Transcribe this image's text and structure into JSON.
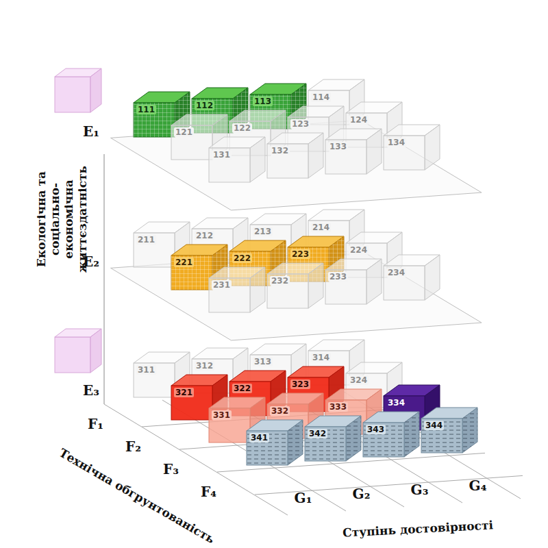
{
  "diagram": {
    "nodes": [
      {
        "text": [
          "111"
        ]
      },
      {
        "text": [
          "112"
        ]
      },
      {
        "text": [
          "113"
        ]
      },
      {
        "text": [
          "114"
        ]
      },
      {
        "text": [
          "121"
        ]
      },
      {
        "text": [
          "122"
        ]
      },
      {
        "text": [
          "123"
        ]
      },
      {
        "text": [
          "124"
        ]
      },
      {
        "text": [
          "131"
        ]
      },
      {
        "text": [
          "132"
        ]
      },
      {
        "text": [
          "133"
        ]
      },
      {
        "text": [
          "134"
        ]
      },
      {
        "text": [
          "211"
        ]
      },
      {
        "text": [
          "212"
        ]
      },
      {
        "text": [
          "213"
        ]
      },
      {
        "text": [
          "214"
        ]
      },
      {
        "text": [
          "221"
        ]
      },
      {
        "text": [
          "222"
        ]
      },
      {
        "text": [
          "223"
        ]
      },
      {
        "text": [
          "224"
        ]
      },
      {
        "text": [
          "231"
        ]
      },
      {
        "text": [
          "232"
        ]
      },
      {
        "text": [
          "233"
        ]
      },
      {
        "text": [
          "234"
        ]
      },
      {
        "text": [
          "311"
        ]
      },
      {
        "text": [
          "312"
        ]
      },
      {
        "text": [
          "313"
        ]
      },
      {
        "text": [
          "314"
        ]
      },
      {
        "text": [
          "321"
        ]
      },
      {
        "text": [
          "322"
        ]
      },
      {
        "text": [
          "323"
        ]
      },
      {
        "text": [
          "324"
        ]
      },
      {
        "text": [
          "331"
        ]
      },
      {
        "text": [
          "332"
        ]
      },
      {
        "text": [
          "333"
        ]
      },
      {
        "text": [
          "334"
        ]
      },
      {
        "text": [
          "341"
        ]
      },
      {
        "text": [
          "342"
        ]
      },
      {
        "text": [
          "343"
        ]
      },
      {
        "text": [
          "344"
        ]
      }
    ],
    "labels": [
      "Екологічна та соціально-економічна життєздатність",
      "E₁",
      "E₂",
      "E₃",
      "F₁",
      "F₂",
      "F₃",
      "F₄",
      "G₁",
      "G₂",
      "G₃",
      "G₄",
      "Технічна обгрунтованість",
      "Ступінь достовірності"
    ]
  }
}
